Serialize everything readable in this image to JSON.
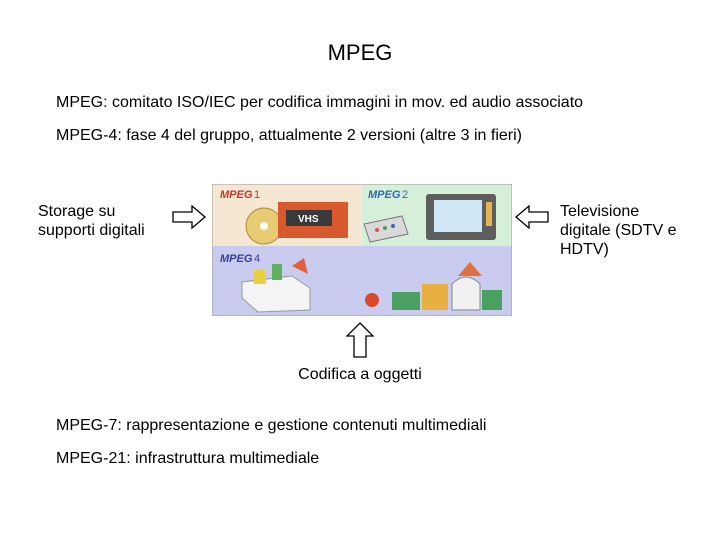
{
  "slide": {
    "title": "MPEG",
    "lines": [
      "MPEG: comitato ISO/IEC per codifica immagini in mov. ed audio associato",
      "MPEG-4: fase 4 del gruppo, attualmente 2 versioni (altre 3 in fieri)",
      "MPEG-7: rappresentazione e gestione contenuti multimediali",
      "MPEG-21: infrastruttura multimediale"
    ],
    "left_label": [
      "Storage su",
      "supporti digitali"
    ],
    "right_label": [
      "Televisione",
      "digitale (SDTV e",
      "HDTV)"
    ],
    "bottom_label": "Codifica a oggetti"
  },
  "graphic": {
    "logo1": "MPEG",
    "logo1_num": "1",
    "logo2": "MPEG",
    "logo2_num": "2",
    "logo4": "MPEG",
    "logo4_num": "4",
    "vhs": "VHS"
  }
}
